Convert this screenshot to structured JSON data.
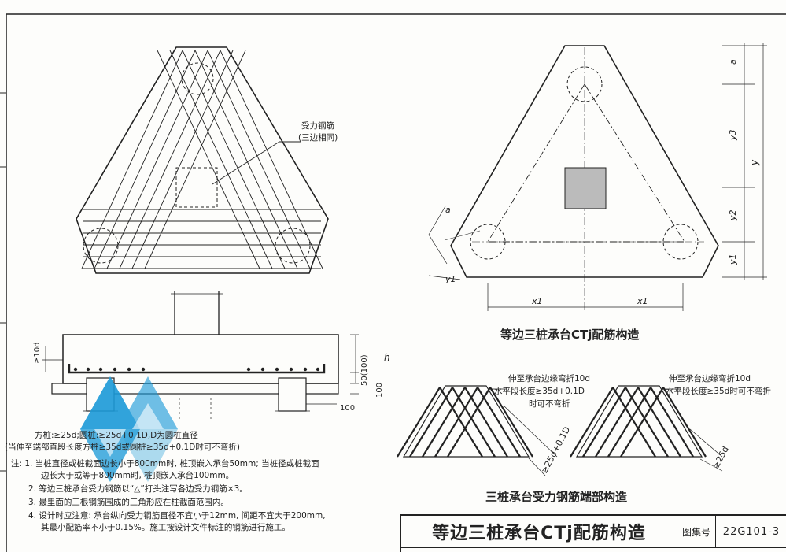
{
  "labels": {
    "rebar": "受力钢筋",
    "rebar_note": "(三边相同)",
    "caption_right": "等边三桩承台CTj配筋构造",
    "caption_end": "三桩承台受力钢筋端部构造",
    "end_note_left_1": "伸至承台边缘弯折10d",
    "end_note_left_2": "水平段长度≥35d+0.1D",
    "end_note_left_3": "时可不弯折",
    "end_note_right_1": "伸至承台边缘弯折10d",
    "end_note_right_2": "水平段长度≥35d时可不弯折",
    "end_dim_left": "≥25d+0.1D",
    "end_dim_right": "≥25d",
    "dim_a": "a",
    "dim_y3": "y3",
    "dim_y": "y",
    "dim_y2": "y2",
    "dim_y1": "y1",
    "dim_x1": "x1",
    "dim_h": "h",
    "dim_10d": "≥10d",
    "dim_50": "50(100)",
    "dim_100v": "100",
    "dim_100h": "100"
  },
  "notes": {
    "pile_line": "方桩:≥25d;圆桩:≥25d+0.1D,D为圆桩直径",
    "pile_line_2": "(当伸至端部直段长度方桩≥35d或圆桩≥35d+0.1D时可不弯折)",
    "n1a": "注: 1. 当桩直径或桩截面边长小于800mm时, 桩顶嵌入承台50mm; 当桩径或桩截面",
    "n1b": "边长大于或等于800mm时, 桩顶嵌入承台100mm。",
    "n2": "2. 等边三桩承台受力钢筋以“△”打头注写各边受力钢筋×3。",
    "n3": "3. 最里面的三根钢筋围成的三角形应在柱截面范围内。",
    "n4a": "4. 设计时应注意: 承台纵向受力钢筋直径不宜小于12mm, 间距不宜大于200mm,",
    "n4b": "其最小配筋率不小于0.15%。施工按设计文件标注的钢筋进行施工。"
  },
  "title_block": {
    "title": "等边三桩承台CTj配筋构造",
    "atlas_label": "图集号",
    "atlas_no": "22G101-3"
  },
  "colors": {
    "line": "#222222",
    "column_fill": "#bbbbbb",
    "watermark": "#1b9ad8"
  }
}
